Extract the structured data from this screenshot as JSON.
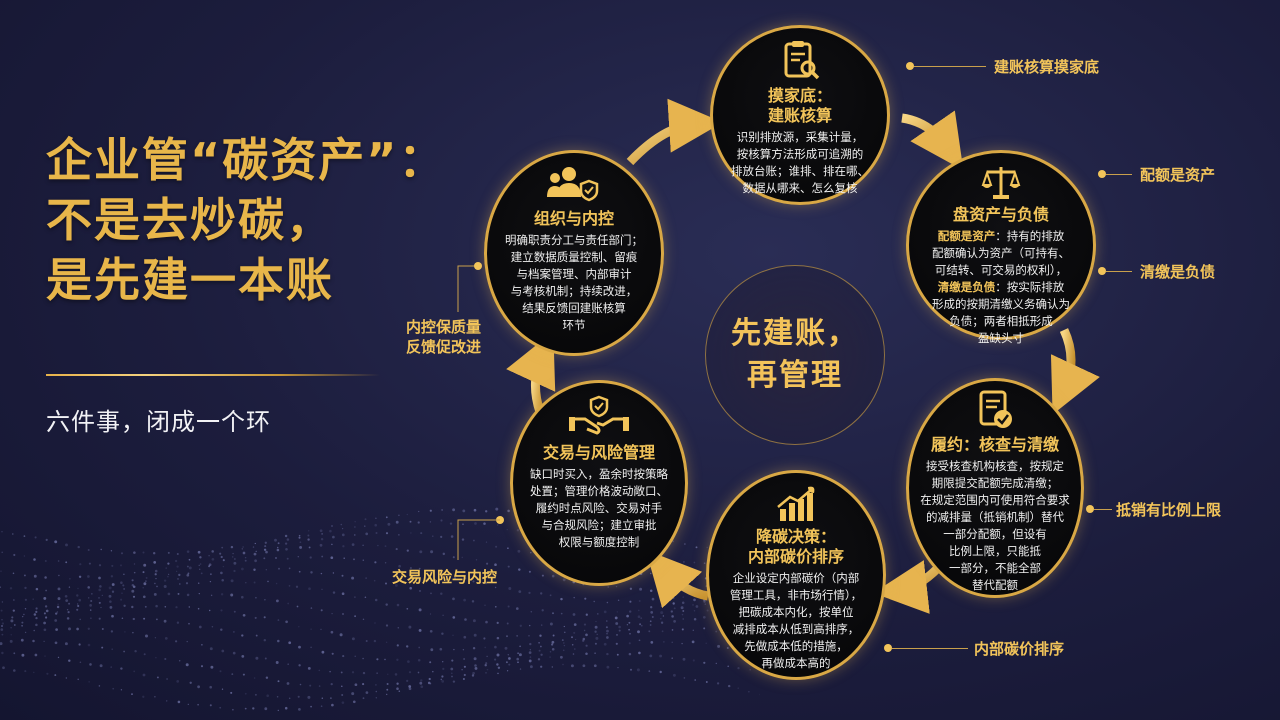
{
  "title": {
    "line1": "企业管“碳资产”：",
    "line2": "不是去炒碳，",
    "line3": "是先建一本账"
  },
  "subtitle": "六件事，闭成一个环",
  "center": {
    "line1": "先建账，",
    "line2": "再管理"
  },
  "steps": {
    "top": {
      "icon": "clipboard-search-icon",
      "title1": "摸家底：",
      "title2": "建账核算",
      "body": [
        "识别排放源，采集计量，",
        "按核算方法形成可追溯的",
        "排放台账；谁排、排在哪、",
        "数据从哪来、怎么复核"
      ]
    },
    "right_top": {
      "icon": "scales-icon",
      "title": "盘资产与负债",
      "hl1": "配额是资产",
      "body1": [
        "：持有的排放",
        "配额确认为资产（可持有、",
        "可结转、可交易的权利），"
      ],
      "hl2": "清缴是负债",
      "body2": [
        "：按实际排放",
        "形成的按期清缴义务确认为",
        "负债；两者相抵形成",
        "盈缺头寸"
      ]
    },
    "right_bottom": {
      "icon": "document-check-icon",
      "title": "履约：核查与清缴",
      "body": [
        "接受核查机构核查，按规定",
        "期限提交配额完成清缴；",
        "在规定范围内可使用符合要求",
        "的减排量（抵销机制）替代",
        "一部分配额，但设有",
        "比例上限，只能抵",
        "一部分，不能全部",
        "替代配额"
      ]
    },
    "bottom": {
      "icon": "bar-chart-leaf-icon",
      "title1": "降碳决策：",
      "title2": "内部碳价排序",
      "body": [
        "企业设定内部碳价（内部",
        "管理工具，非市场行情），",
        "把碳成本内化，按单位",
        "减排成本从低到高排序，",
        "先做成本低的措施，",
        "再做成本高的"
      ]
    },
    "left_bottom": {
      "icon": "handshake-shield-icon",
      "title": "交易与风险管理",
      "body": [
        "缺口时买入，盈余时按策略",
        "处置；管理价格波动敞口、",
        "履约时点风险、交易对手",
        "与合规风险；建立审批",
        "权限与额度控制"
      ]
    },
    "left_top": {
      "icon": "team-shield-icon",
      "title": "组织与内控",
      "body": [
        "明确职责分工与责任部门；",
        "建立数据质量控制、留痕",
        "与档案管理、内部审计",
        "与考核机制；持续改进，",
        "结果反馈回建账核算",
        "环节"
      ]
    }
  },
  "side_labels": {
    "top": "建账核算摸家底",
    "asset": "配额是资产",
    "liability": "清缴是负债",
    "offset": "抵销有比例上限",
    "carbon_price": "内部碳价排序",
    "trade": "交易风险与内控",
    "control_line1": "内控保质量",
    "control_line2": "反馈促改进"
  },
  "colors": {
    "gold": "#f2c45a",
    "border": "#d9a845",
    "background": "#1c1d3d"
  }
}
